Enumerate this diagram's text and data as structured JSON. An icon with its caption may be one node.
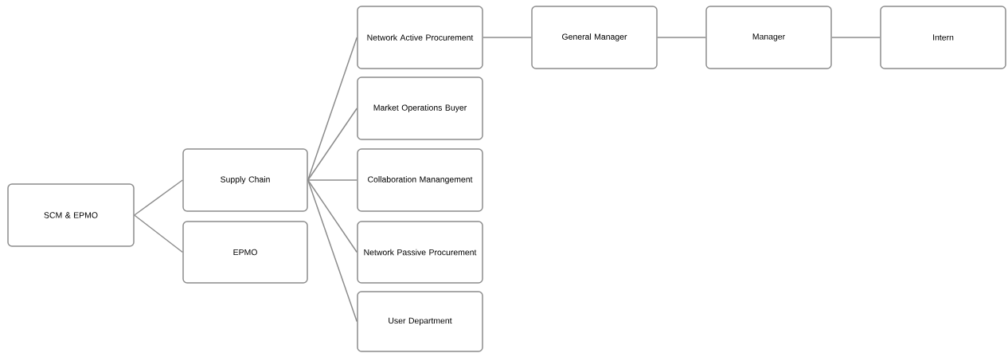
{
  "diagram": {
    "nodes": [
      {
        "text": [
          "SCM  & EPMO"
        ]
      },
      {
        "text": [
          "Supply Chain"
        ]
      },
      {
        "text": [
          "EPMO"
        ]
      },
      {
        "text": [
          "Network Active Procurement"
        ]
      },
      {
        "text": [
          "Market Operations Buyer"
        ]
      },
      {
        "text": [
          "Collaboration Manangement"
        ]
      },
      {
        "text": [
          "Network Passive Procurement"
        ]
      },
      {
        "text": [
          "User Department"
        ]
      },
      {
        "text": [
          "General Manager"
        ]
      },
      {
        "text": [
          "Manager"
        ]
      },
      {
        "text": [
          "Intern"
        ]
      }
    ],
    "edges": [
      {
        "from": 0,
        "to": 1,
        "arrow": "none"
      },
      {
        "from": 0,
        "to": 2,
        "arrow": "none"
      },
      {
        "from": 1,
        "to": 3,
        "arrow": "none"
      },
      {
        "from": 1,
        "to": 4,
        "arrow": "none"
      },
      {
        "from": 1,
        "to": 5,
        "arrow": "none"
      },
      {
        "from": 1,
        "to": 6,
        "arrow": "none"
      },
      {
        "from": 1,
        "to": 7,
        "arrow": "none"
      },
      {
        "from": 3,
        "to": 8,
        "arrow": "none"
      },
      {
        "from": 8,
        "to": 9,
        "arrow": "none"
      },
      {
        "from": 9,
        "to": 10,
        "arrow": "none"
      }
    ]
  }
}
